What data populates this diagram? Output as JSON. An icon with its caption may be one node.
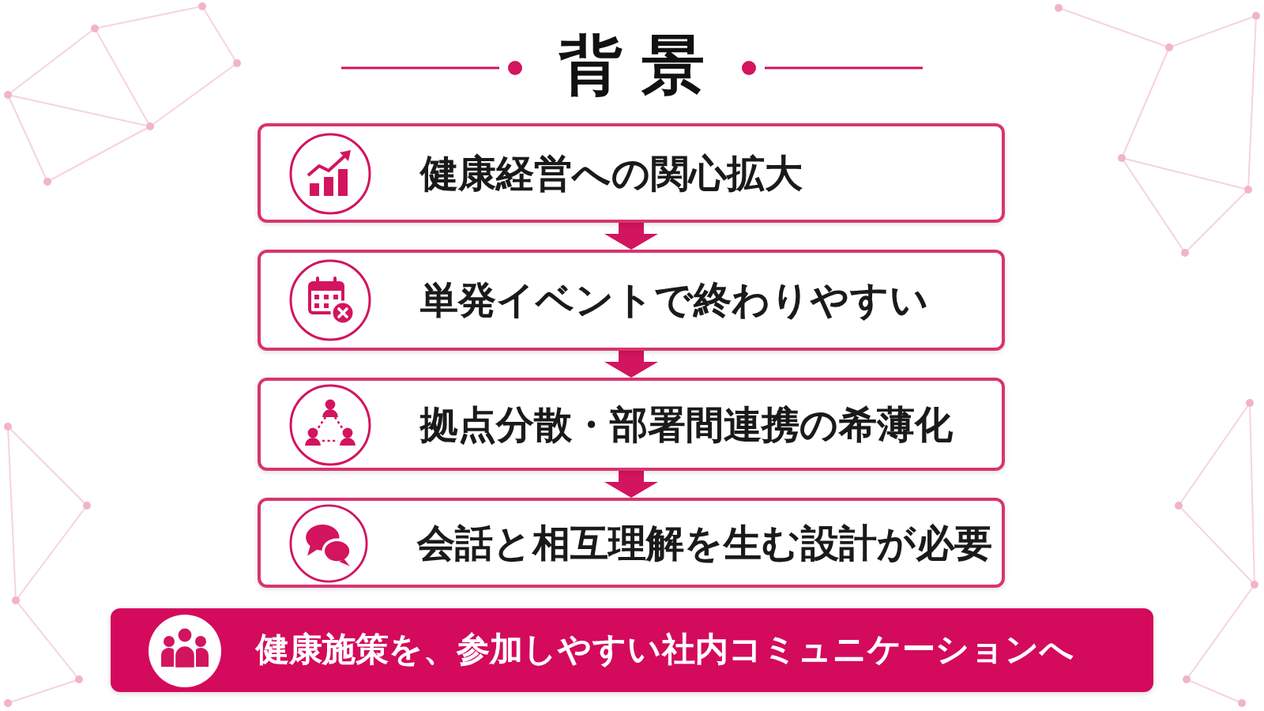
{
  "diagram": {
    "title": "背景",
    "nodes": [
      {
        "text": [
          "健康経営への関心拡大"
        ]
      },
      {
        "text": [
          "単発イベントで終わりやすい"
        ]
      },
      {
        "text": [
          "拠点分散・部署間連携の希薄化"
        ]
      },
      {
        "text": [
          "会話と相互理解を生む設計が必要"
        ]
      },
      {
        "text": [
          "健康施策を、参加しやすい社内コミュニケーションへ"
        ]
      }
    ],
    "edges": [
      {
        "from": 0,
        "to": 1,
        "arrow": "to"
      },
      {
        "from": 1,
        "to": 2,
        "arrow": "to"
      },
      {
        "from": 2,
        "to": 3,
        "arrow": "to"
      }
    ]
  }
}
